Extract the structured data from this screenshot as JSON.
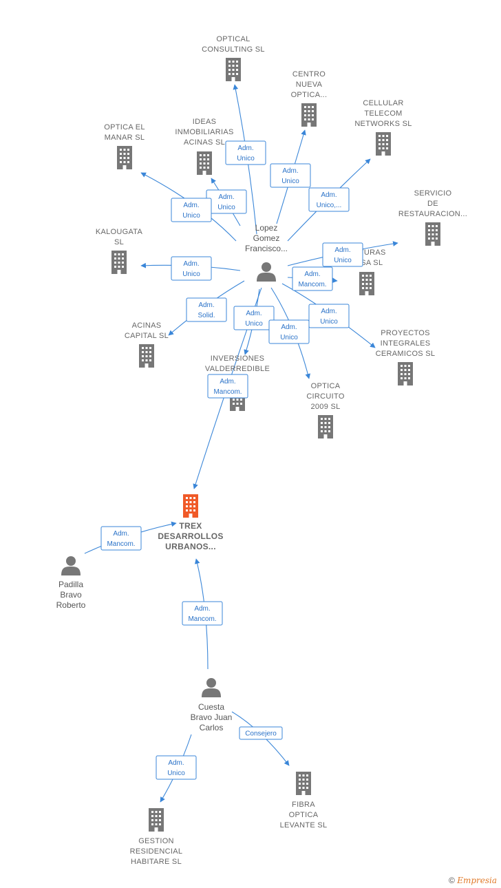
{
  "colors": {
    "company": "#777777",
    "focus_company": "#f05a28",
    "person": "#777777",
    "edge": "#3a86d8"
  },
  "companies": [
    {
      "id": "optical",
      "lines": [
        "OPTICAL",
        "CONSULTING SL"
      ]
    },
    {
      "id": "centro",
      "lines": [
        "CENTRO",
        "NUEVA",
        "OPTICA..."
      ]
    },
    {
      "id": "cellular",
      "lines": [
        "CELLULAR",
        "TELECOM",
        "NETWORKS  SL"
      ]
    },
    {
      "id": "ideas",
      "lines": [
        "IDEAS",
        "INMOBILIARIAS",
        "ACINAS  SL"
      ]
    },
    {
      "id": "manar",
      "lines": [
        "OPTICA EL",
        "MANAR SL"
      ]
    },
    {
      "id": "servicio",
      "lines": [
        "SERVICIO",
        "DE",
        "RESTAURACION..."
      ]
    },
    {
      "id": "kalougata",
      "lines": [
        "KALOUGATA",
        "SL"
      ]
    },
    {
      "id": "ucturas",
      "lines": [
        "UCTURAS",
        "JOSA SL"
      ]
    },
    {
      "id": "acinas",
      "lines": [
        "ACINAS",
        "CAPITAL  SL"
      ]
    },
    {
      "id": "proyectos",
      "lines": [
        "PROYECTOS",
        "INTEGRALES",
        "CERAMICOS SL"
      ]
    },
    {
      "id": "inversiones",
      "lines": [
        "INVERSIONES",
        "VALDERREDIBLE"
      ]
    },
    {
      "id": "circuito",
      "lines": [
        "OPTICA",
        "CIRCUITO",
        "2009 SL"
      ]
    },
    {
      "id": "trex",
      "lines": [
        "TREX",
        "DESARROLLOS",
        "URBANOS..."
      ],
      "focus": true
    },
    {
      "id": "fibra",
      "lines": [
        "FIBRA",
        "OPTICA",
        "LEVANTE  SL"
      ]
    },
    {
      "id": "gestion",
      "lines": [
        "GESTION",
        "RESIDENCIAL",
        "HABITARE SL"
      ]
    }
  ],
  "persons": [
    {
      "id": "lopez",
      "lines": [
        "Lopez",
        "Gomez",
        "Francisco..."
      ]
    },
    {
      "id": "padilla",
      "lines": [
        "Padilla",
        "Bravo",
        "Roberto"
      ]
    },
    {
      "id": "cuesta",
      "lines": [
        "Cuesta",
        "Bravo Juan",
        "Carlos"
      ]
    }
  ],
  "edges": [
    {
      "from": "lopez",
      "to": "optical",
      "label": [
        "Adm.",
        "Unico"
      ]
    },
    {
      "from": "lopez",
      "to": "centro",
      "label": [
        "Adm.",
        "Unico"
      ]
    },
    {
      "from": "lopez",
      "to": "cellular",
      "label": [
        "Adm.",
        "Unico,..."
      ]
    },
    {
      "from": "lopez",
      "to": "ideas",
      "label": [
        "Adm.",
        "Unico"
      ]
    },
    {
      "from": "lopez",
      "to": "manar",
      "label": [
        "Adm.",
        "Unico"
      ]
    },
    {
      "from": "lopez",
      "to": "servicio",
      "label": [
        "Adm.",
        "Unico"
      ]
    },
    {
      "from": "lopez",
      "to": "kalougata",
      "label": [
        "Adm.",
        "Unico"
      ]
    },
    {
      "from": "lopez",
      "to": "ucturas",
      "label": [
        "Adm.",
        "Mancom."
      ]
    },
    {
      "from": "lopez",
      "to": "acinas",
      "label": [
        "Adm.",
        "Solid."
      ]
    },
    {
      "from": "lopez",
      "to": "proyectos",
      "label": [
        "Adm.",
        "Unico"
      ]
    },
    {
      "from": "lopez",
      "to": "inversiones",
      "label": [
        "Adm.",
        "Unico"
      ]
    },
    {
      "from": "lopez",
      "to": "circuito",
      "label": [
        "Adm.",
        "Unico"
      ]
    },
    {
      "from": "lopez",
      "to": "trex",
      "label": [
        "Adm.",
        "Mancom."
      ]
    },
    {
      "from": "padilla",
      "to": "trex",
      "label": [
        "Adm.",
        "Mancom."
      ]
    },
    {
      "from": "cuesta",
      "to": "trex",
      "label": [
        "Adm.",
        "Mancom."
      ]
    },
    {
      "from": "cuesta",
      "to": "fibra",
      "label": [
        "Consejero"
      ]
    },
    {
      "from": "cuesta",
      "to": "gestion",
      "label": [
        "Adm.",
        "Unico"
      ]
    }
  ],
  "footer": {
    "copyright": "©",
    "brand": "Empresia"
  }
}
